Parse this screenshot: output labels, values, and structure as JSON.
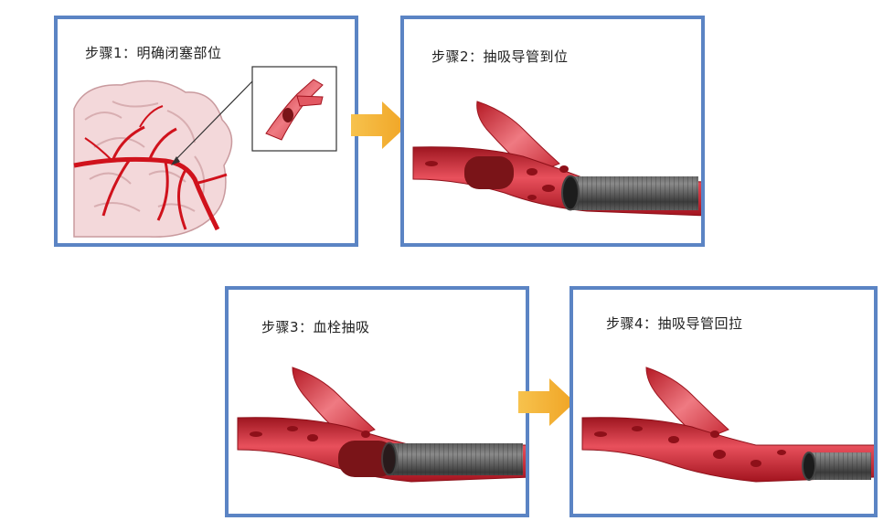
{
  "steps": [
    {
      "title": "步骤1：明确闭塞部位"
    },
    {
      "title": "步骤2：抽吸导管到位"
    },
    {
      "title": "步骤3：血栓抽吸"
    },
    {
      "title": "步骤4：抽吸导管回拉"
    }
  ],
  "colors": {
    "panel_border": "#5b84c4",
    "arrow": "#f5b335",
    "vessel": "#c8202a",
    "vessel_light": "#e85a64",
    "clot": "#7a1418",
    "catheter": "#555555",
    "brain": "#f2d6d8"
  }
}
